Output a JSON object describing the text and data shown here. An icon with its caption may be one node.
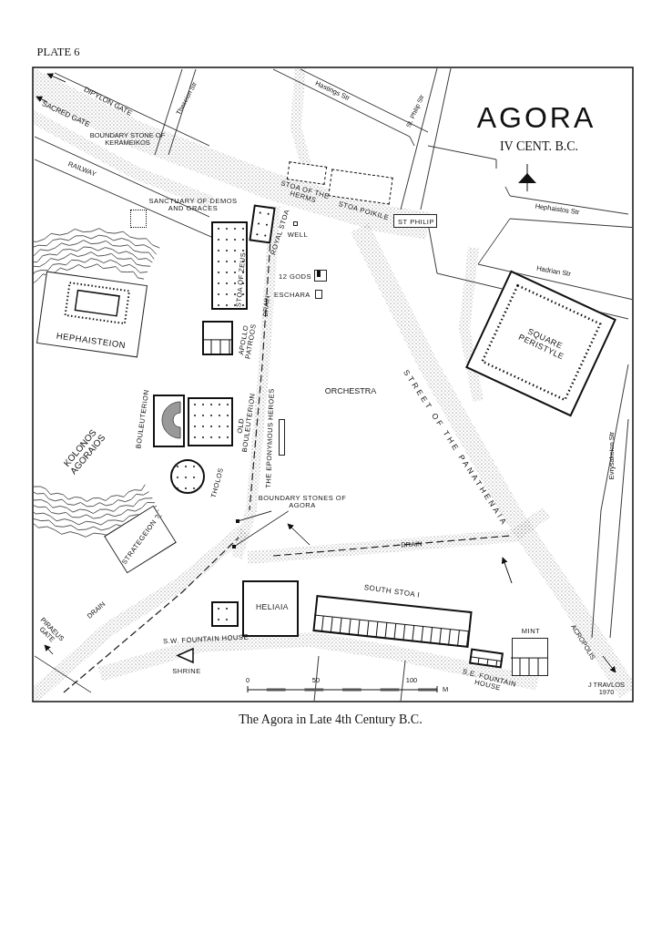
{
  "diagram": {
    "title": "AGORA",
    "caption": "The Agora in Late 4th Century B.C.",
    "nodes": [
      {
        "text": [
          "HEPHAISTEION"
        ]
      },
      {
        "text": [
          "ROYAL STOA"
        ]
      },
      {
        "text": [
          "STOA OF ZEUS"
        ]
      },
      {
        "text": [
          "APOLLO PATROOS"
        ]
      },
      {
        "text": [
          "BOULEUTERION"
        ]
      },
      {
        "text": [
          "OLD BOULEUTERION"
        ]
      },
      {
        "text": [
          "THOLOS"
        ]
      },
      {
        "text": [
          "STRATEGEION ?"
        ]
      },
      {
        "text": [
          "HELIAIA"
        ]
      },
      {
        "text": [
          "S.W. FOUNTAIN HOUSE"
        ]
      },
      {
        "text": [
          "SOUTH STOA I"
        ]
      },
      {
        "text": [
          "S.E. FOUNTAIN HOUSE"
        ]
      },
      {
        "text": [
          "MINT"
        ]
      },
      {
        "text": [
          "SQUARE PERISTYLE"
        ]
      },
      {
        "text": [
          "STOA OF THE HERMS"
        ]
      },
      {
        "text": [
          "STOA POIKILE"
        ]
      },
      {
        "text": [
          "ST PHILIP"
        ]
      },
      {
        "text": [
          "12 GODS"
        ]
      },
      {
        "text": [
          "ESCHARA"
        ]
      },
      {
        "text": [
          "WELL"
        ]
      },
      {
        "text": [
          "THE EPONYMOUS HEROES"
        ]
      },
      {
        "text": [
          "SHRINE"
        ]
      },
      {
        "text": [
          "SANCTUARY OF DEMOS AND GRACES"
        ]
      },
      {
        "text": [
          "BOUNDARY STONES OF AGORA"
        ]
      },
      {
        "text": [],
        "shape": "box"
      },
      {
        "text": [],
        "shape": "box"
      }
    ],
    "edges": [
      {
        "from": 23,
        "to": 24,
        "arrow": "none"
      },
      {
        "from": 23,
        "to": 25,
        "arrow": "none"
      }
    ],
    "labels": [
      "PLATE 6",
      "IV CENT. B.C.",
      "DIPYLON GATE",
      "SACRED GATE",
      "BOUNDARY STONE OF KERAMEIKOS",
      "RAILWAY",
      "Theseion Str",
      "Hastings Str",
      "St. Philip Str",
      "Hephaistos Str",
      "Hadrian Str",
      "KOLONOS AGORAIOS",
      "DRAIN",
      "ORCHESTRA",
      "STREET OF THE PANATHENAIA",
      "Evrysakeion Str",
      "DRAIN",
      "DRAIN",
      "PIRAEUS GATE",
      "ACROPOLIS",
      "0",
      "50",
      "100",
      "M",
      "J TRAVLOS 1970"
    ]
  }
}
